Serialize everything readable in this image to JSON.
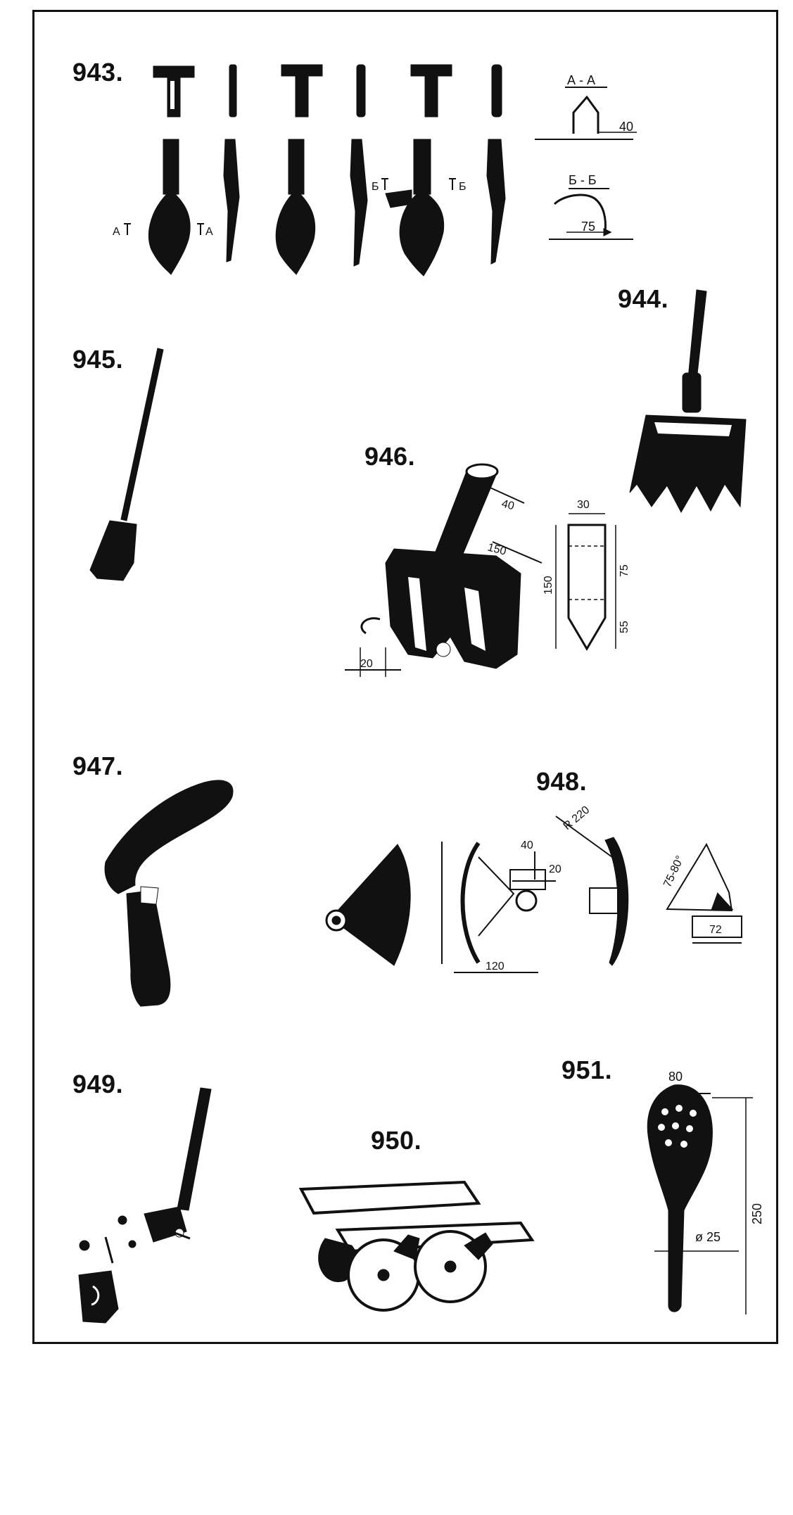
{
  "figures": [
    {
      "number": "943."
    },
    {
      "number": "944."
    },
    {
      "number": "945."
    },
    {
      "number": "946."
    },
    {
      "number": "947."
    },
    {
      "number": "948."
    },
    {
      "number": "949."
    },
    {
      "number": "950."
    },
    {
      "number": "951."
    }
  ],
  "fig943": {
    "section_aa": "А - А",
    "dim_aa": "40",
    "section_bb": "Б - Б",
    "dim_bb": "75",
    "mark_a_left": "А",
    "mark_a_right": "А",
    "mark_b_left": "Б",
    "mark_b_right": "Б"
  },
  "fig946": {
    "dim_handle": "40",
    "dim_width": "150",
    "dim_spacing": "20",
    "dim_tooth_w": "30",
    "dim_tooth_h": "150",
    "dim_tooth_upper": "75",
    "dim_tooth_lower": "55"
  },
  "fig948": {
    "dim_radius": "R 220",
    "dim_40": "40",
    "dim_20": "20",
    "dim_120": "120",
    "dim_angle": "75-80°",
    "dim_72": "72"
  },
  "fig951": {
    "dim_80": "80",
    "dim_250": "250",
    "dim_dia": "ø 25"
  }
}
